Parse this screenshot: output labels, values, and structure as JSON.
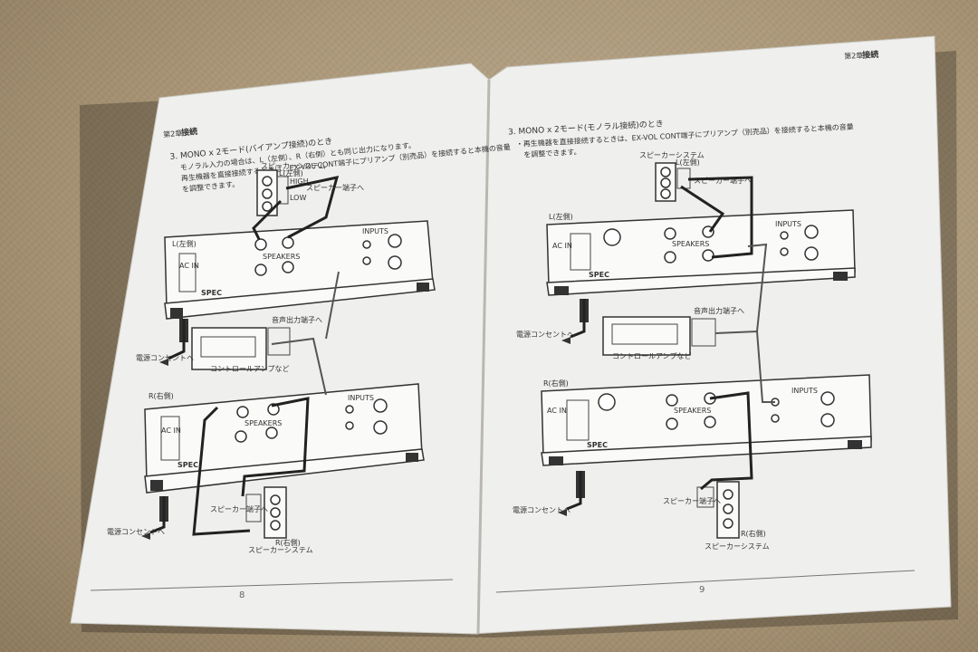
{
  "left_page": {
    "header_chapter": "第2章",
    "header_title": "接続",
    "heading": "3. MONO x 2モード(バイアンプ接続)のとき",
    "body_line1": "モノラル入力の場合は、L（左側）、R（右側）とも同じ出力になります。",
    "body_line2": "再生機器を直接接続するときは、EX-VOL CONT端子にプリアンプ（別売品）を接続すると本機の音量",
    "body_line3": "を調整できます。",
    "speaker_system_label": "スピーカーシステム",
    "speaker_l_label": "L(左側)",
    "speaker_terminal_label": "スピーカー端子へ",
    "amp_top_label": "L(左側)",
    "amp_bottom_label": "R(右側)",
    "audio_out_label": "音声出力端子へ",
    "control_amp_label": "コントロールアンプなど",
    "outlet_label_top": "電源コンセントへ",
    "outlet_label_bottom": "電源コンセントへ",
    "speaker_terminal_bottom_label": "スピーカー端子へ",
    "speaker_r_label": "R(右側)",
    "speaker_system_bottom_label": "スピーカーシステム",
    "page_number": "8",
    "inputs_label": "INPUTS",
    "speakers_label": "SPEAKERS",
    "ac_in_label": "AC IN",
    "brand": "SPEC",
    "high_label": "HIGH",
    "low_label": "LOW"
  },
  "right_page": {
    "header_chapter": "第2章",
    "header_title": "接続",
    "heading": "3. MONO x 2モード(モノラル接続)のとき",
    "body_line1": "・再生機器を直接接続するときは、EX-VOL CONT端子にプリアンプ（別売品）を接続すると本機の音量",
    "body_line2": "を調整できます。",
    "speaker_system_label": "スピーカーシステム",
    "speaker_l_label": "L(左側)",
    "speaker_terminal_label": "スピーカー端子へ",
    "amp_top_label": "L(左側)",
    "amp_bottom_label": "R(右側)",
    "audio_out_label": "音声出力端子へ",
    "control_amp_label": "コントロールアンプなど",
    "outlet_label_top": "電源コンセントへ",
    "outlet_label_bottom": "電源コンセントへ",
    "speaker_terminal_bottom_label": "スピーカー端子へ",
    "speaker_r_label": "R(右側)",
    "speaker_system_bottom_label": "スピーカーシステム",
    "page_number": "9",
    "inputs_label": "INPUTS",
    "speakers_label": "SPEAKERS",
    "ac_in_label": "AC IN",
    "brand": "SPEC"
  }
}
